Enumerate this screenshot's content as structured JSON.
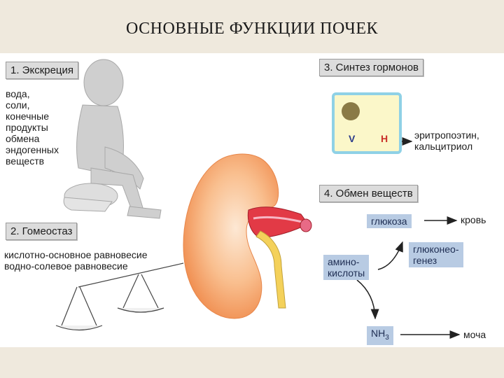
{
  "title": "ОСНОВНЫЕ ФУНКЦИИ ПОЧЕК",
  "sections": {
    "excretion": {
      "label": "1. Экскреция",
      "text": "вода,\nсоли,\nконечные\nпродукты\nобмена\nэндогенных\nвеществ"
    },
    "homeostasis": {
      "label": "2. Гомеостаз",
      "text": "кислотно-основное равновесие\nводно-солевое равновесие"
    },
    "hormones": {
      "label": "3. Синтез гормонов",
      "v": "V",
      "h": "H",
      "result": "эритропоэтин,\nкальцитриол"
    },
    "metabolism": {
      "label": "4. Обмен веществ",
      "glucose": "глюкоза",
      "blood": "кровь",
      "gluconeogenesis": "глюконео-\nгенез",
      "amino_acids": "амино-\nкислоты",
      "nh3_base": "NH",
      "nh3_sub": "3",
      "urine": "моча"
    }
  },
  "colors": {
    "label_bg": "#dcdcdc",
    "tag_bg": "#b8cbe3",
    "kidney": "#f4a06a",
    "box_border": "#8fd1e6",
    "box_fill": "#fbf7c9"
  }
}
